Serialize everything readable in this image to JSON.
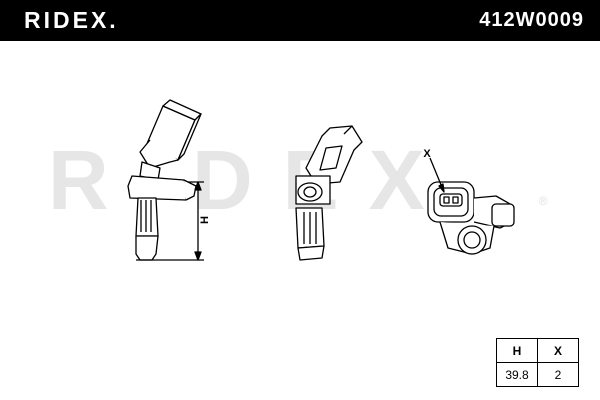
{
  "header": {
    "brand": "RIDEX.",
    "part_number": "412W0009"
  },
  "watermark": {
    "text": "RIDEX",
    "registered_mark": "®"
  },
  "drawing": {
    "dimension_h_label": "H",
    "dimension_x_label": "X"
  },
  "spec_table": {
    "headers": [
      "H",
      "X"
    ],
    "values": [
      "39.8",
      "2"
    ]
  },
  "colors": {
    "header_background": "#000000",
    "header_text": "#ffffff",
    "watermark": "#e6e6e6",
    "line": "#000000"
  }
}
